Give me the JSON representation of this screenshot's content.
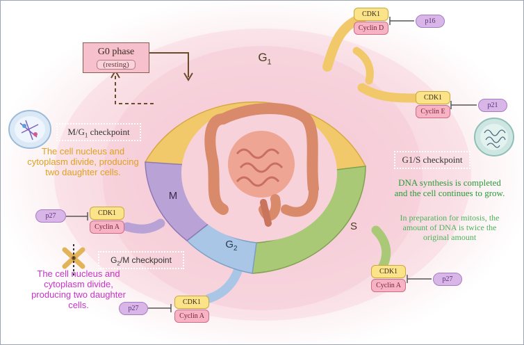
{
  "phases": {
    "g1": "G",
    "g1_sub": "1",
    "s": "S",
    "m": "M",
    "g2": "G",
    "g2_sub": "2"
  },
  "g0": {
    "title": "G0 phase",
    "sub": "(resting)"
  },
  "checkpoints": {
    "mg1": "M/G",
    "mg1_sub": "1",
    "mg1_tail": " checkpoint",
    "g1s": "G1/S  checkpoint",
    "g2m": "G",
    "g2m_sub": "2",
    "g2m_tail": "/M  checkpoint"
  },
  "descriptions": {
    "m_phase": "The cell nucleus and cytoplasm divide, producing two daughter cells.",
    "s_phase_1": "DNA synthesis is completed and the cell continues to grow.",
    "s_phase_2": "In preparation for mitosis, the amount of DNA is twice the original amount",
    "g2_phase": "The cell nucleus and cytoplasm divide, producing two daughter cells."
  },
  "regulators": {
    "top": {
      "cdk": "CDK1",
      "cyclin": "Cyclin D",
      "inhibitor": "p16"
    },
    "right": {
      "cdk": "CDK1",
      "cyclin": "Cyclin E",
      "inhibitor": "p21"
    },
    "left": {
      "cdk": "CDK1",
      "cyclin": "Cyclin A",
      "inhibitor": "p27"
    },
    "bottom_right": {
      "cdk": "CDK1",
      "cyclin": "Cyclin A",
      "inhibitor": "p27"
    },
    "bottom": {
      "cdk": "CDK1",
      "cyclin": "Cyclin A",
      "inhibitor": "p27"
    }
  },
  "colors": {
    "g1": "#f2c96a",
    "s": "#a9c977",
    "g2": "#a9c6e6",
    "m": "#b9a3d6",
    "m_text": "#e0a020",
    "s_text": "#3aa64a",
    "g2_text": "#c832c8"
  }
}
